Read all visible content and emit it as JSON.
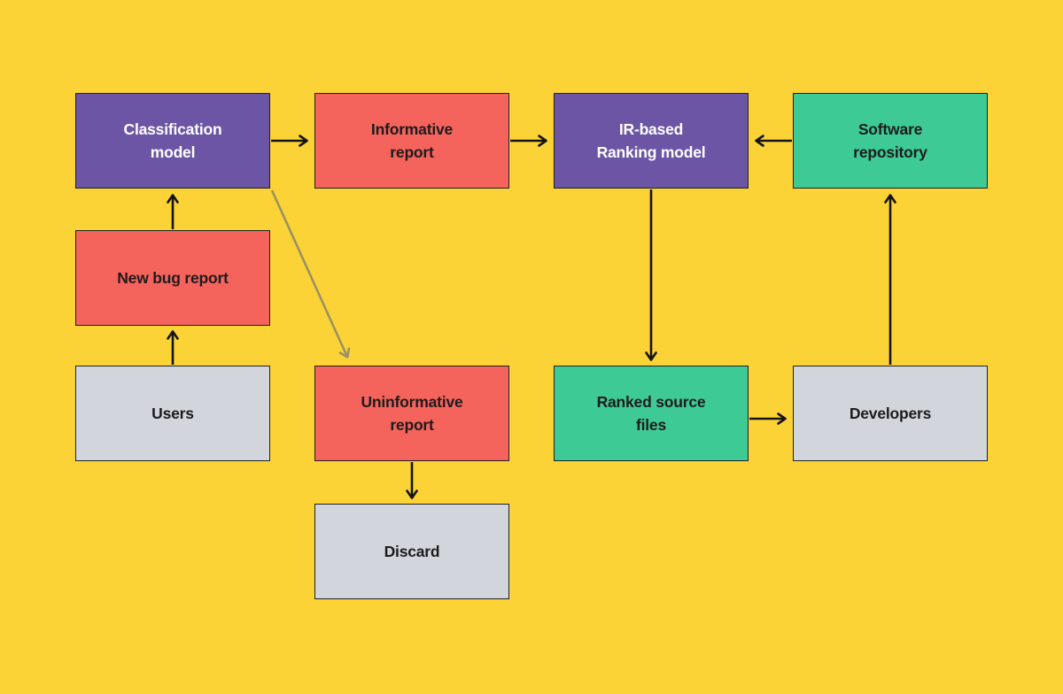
{
  "diagram": {
    "type": "flowchart",
    "colors": {
      "background": "#FCD337",
      "node_purple": "#6C55A4",
      "node_coral": "#F4645C",
      "node_green": "#3DCA95",
      "node_gray": "#D2D6DC",
      "node_border": "#1F1F1F",
      "arrow_black": "#141414",
      "arrow_gray": "#9B9160",
      "text_dark": "#1D1B1C",
      "text_light": "#FFFFFF"
    },
    "nodes": [
      {
        "id": "classification-model",
        "label": "Classification\nmodel",
        "fill": "#6C55A4",
        "text_color": "#FFFFFF"
      },
      {
        "id": "informative-report",
        "label": "Informative\nreport",
        "fill": "#F4645C",
        "text_color": "#1D1B1C"
      },
      {
        "id": "ir-ranking-model",
        "label": "IR-based\nRanking model",
        "fill": "#6C55A4",
        "text_color": "#FFFFFF"
      },
      {
        "id": "software-repository",
        "label": "Software\nrepository",
        "fill": "#3DCA95",
        "text_color": "#1D1B1C"
      },
      {
        "id": "new-bug-report",
        "label": "New bug report",
        "fill": "#F4645C",
        "text_color": "#1D1B1C"
      },
      {
        "id": "users",
        "label": "Users",
        "fill": "#D2D6DC",
        "text_color": "#1D1B1C"
      },
      {
        "id": "uninformative-report",
        "label": "Uninformative\nreport",
        "fill": "#F4645C",
        "text_color": "#1D1B1C"
      },
      {
        "id": "ranked-source-files",
        "label": "Ranked source\nfiles",
        "fill": "#3DCA95",
        "text_color": "#1D1B1C"
      },
      {
        "id": "developers",
        "label": "Developers",
        "fill": "#D2D6DC",
        "text_color": "#1D1B1C"
      },
      {
        "id": "discard",
        "label": "Discard",
        "fill": "#D2D6DC",
        "text_color": "#1D1B1C"
      }
    ],
    "edges": [
      {
        "from": "classification-model",
        "to": "informative-report",
        "style": "black-solid"
      },
      {
        "from": "informative-report",
        "to": "ir-ranking-model",
        "style": "black-solid"
      },
      {
        "from": "software-repository",
        "to": "ir-ranking-model",
        "style": "black-solid"
      },
      {
        "from": "new-bug-report",
        "to": "classification-model",
        "style": "black-solid"
      },
      {
        "from": "users",
        "to": "new-bug-report",
        "style": "black-solid"
      },
      {
        "from": "classification-model",
        "to": "uninformative-report",
        "style": "gray-solid"
      },
      {
        "from": "ir-ranking-model",
        "to": "ranked-source-files",
        "style": "black-solid"
      },
      {
        "from": "uninformative-report",
        "to": "discard",
        "style": "black-solid"
      },
      {
        "from": "ranked-source-files",
        "to": "developers",
        "style": "black-solid"
      },
      {
        "from": "developers",
        "to": "software-repository",
        "style": "black-solid"
      }
    ]
  }
}
